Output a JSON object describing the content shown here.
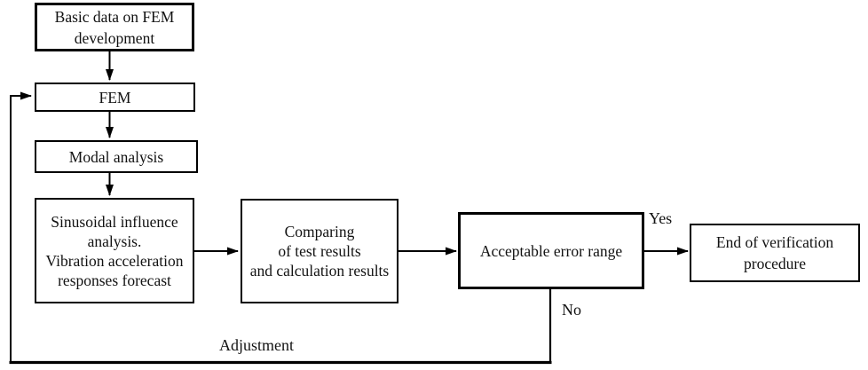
{
  "diagram": {
    "boxes": {
      "basic_data": {
        "lines": [
          "Basic data on FEM",
          "development"
        ]
      },
      "fem": {
        "label": "FEM"
      },
      "modal_analysis": {
        "label": "Modal analysis"
      },
      "sinusoidal": {
        "lines": [
          "Sinusoidal influence",
          "analysis.",
          "Vibration acceleration",
          "responses forecast"
        ]
      },
      "comparing": {
        "lines": [
          "Comparing",
          "of test results",
          "and calculation results"
        ]
      },
      "acceptable_error": {
        "label": "Acceptable error range"
      },
      "end_verification": {
        "lines": [
          "End of verification",
          "procedure"
        ]
      }
    },
    "edge_labels": {
      "yes": "Yes",
      "no": "No",
      "adjustment": "Adjustment"
    },
    "colors": {
      "line": "#000000",
      "box_fill": "#ffffff",
      "background": "#ffffff",
      "text": "#121212"
    }
  }
}
